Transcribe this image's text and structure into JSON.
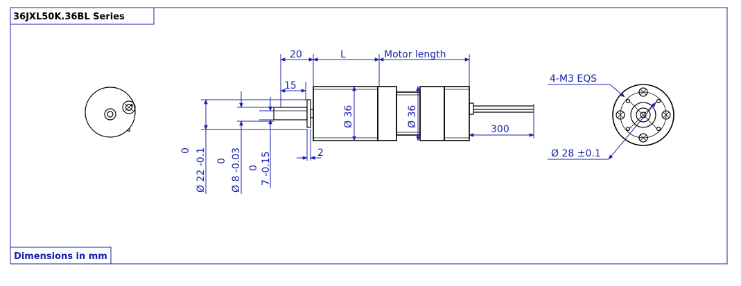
{
  "drawing": {
    "title": "36JXL50K.36BL Series",
    "footer": "Dimensions in mm",
    "colors": {
      "dimension": "#1a22a8",
      "outline": "#000000",
      "frame": "#1a22a8"
    },
    "dimensions": {
      "front_length": "20",
      "shaft_length": "15",
      "flange": "2",
      "gearbox_length": "L",
      "motor_length": "Motor length",
      "gearbox_diameter": "Ø 36",
      "motor_diameter": "Ø 36",
      "lead_length": "300",
      "bolt_circle": "Ø 28 ±0.1",
      "screws": "4-M3 EQS",
      "boss_tol_top": "0",
      "boss": "Ø 22 -0.1",
      "shaft_tol_top": "0",
      "shaft": "Ø 8 -0.03",
      "flat_tol_top": "0",
      "flat": "7 -0.15"
    }
  }
}
